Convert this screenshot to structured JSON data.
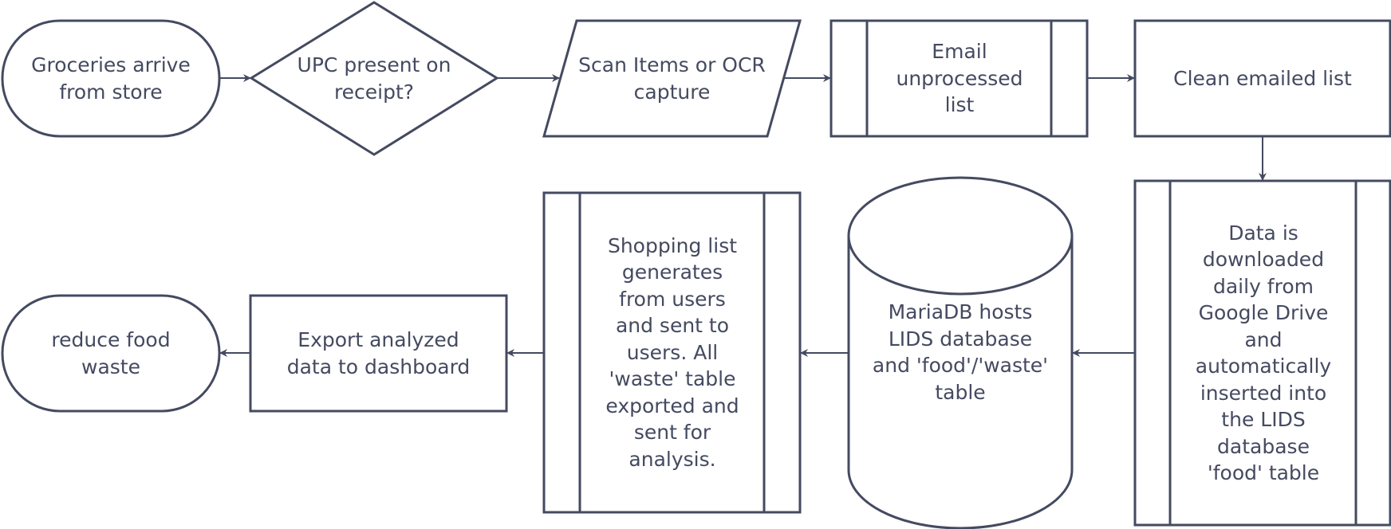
{
  "colors": {
    "stroke": "#444a60",
    "text": "#444a60",
    "background": "#ffffff"
  },
  "nodes": {
    "groceries": {
      "shape": "terminator",
      "text": "Groceries arrive\nfrom store"
    },
    "upc_decision": {
      "shape": "decision",
      "text": "UPC present on\nreceipt?"
    },
    "scan": {
      "shape": "input-output",
      "text": "Scan Items or OCR\ncapture"
    },
    "email": {
      "shape": "predefined-process",
      "text": "Email\nunprocessed\nlist"
    },
    "clean": {
      "shape": "process",
      "text": "Clean emailed list"
    },
    "download": {
      "shape": "predefined-process",
      "text": "Data is\ndownloaded\ndaily from\nGoogle Drive\nand\nautomatically\ninserted into\nthe LIDS\ndatabase\n'food' table"
    },
    "mariadb": {
      "shape": "database",
      "text": "MariaDB hosts\nLIDS database\nand 'food'/'waste'\ntable"
    },
    "shopping": {
      "shape": "predefined-process",
      "text": "Shopping list\ngenerates\nfrom users\nand sent to\nusers. All\n'waste' table\nexported and\nsent for\nanalysis."
    },
    "export": {
      "shape": "process",
      "text": "Export analyzed\ndata to dashboard"
    },
    "reduce": {
      "shape": "terminator",
      "text": "reduce food\nwaste"
    }
  },
  "edges": [
    {
      "from": "groceries",
      "to": "upc_decision"
    },
    {
      "from": "upc_decision",
      "to": "scan"
    },
    {
      "from": "scan",
      "to": "email"
    },
    {
      "from": "email",
      "to": "clean"
    },
    {
      "from": "clean",
      "to": "download"
    },
    {
      "from": "download",
      "to": "mariadb"
    },
    {
      "from": "mariadb",
      "to": "shopping"
    },
    {
      "from": "shopping",
      "to": "export"
    },
    {
      "from": "export",
      "to": "reduce"
    }
  ]
}
